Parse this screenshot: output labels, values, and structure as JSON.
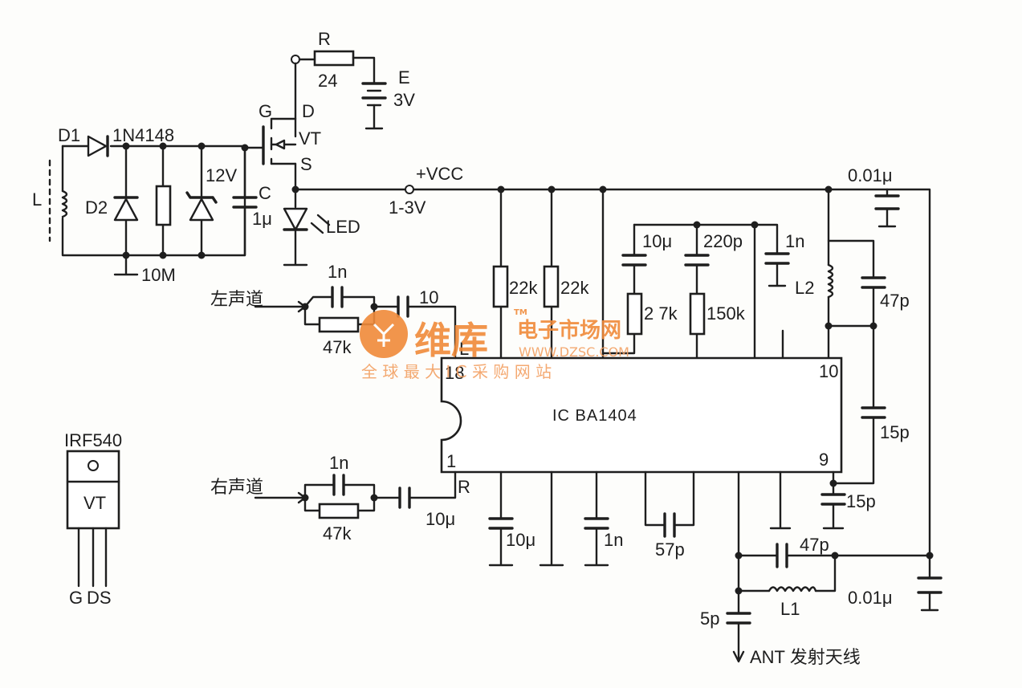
{
  "labels": {
    "r": "R",
    "r_val": "24",
    "e": "E",
    "e_val": "3V",
    "g": "G",
    "d": "D",
    "vt": "VT",
    "s": "S",
    "d1": "D1",
    "d1_part": "1N4148",
    "d2": "D2",
    "l": "L",
    "zener_v": "12V",
    "c": "C",
    "c_val": "1μ",
    "r10m": "10M",
    "led": "LED",
    "vcc": "+VCC",
    "vcc_range": "1-3V",
    "left_ch": "左声道",
    "right_ch": "右声道",
    "c1n_l": "1n",
    "r47k_l": "47k",
    "c10_l": "10",
    "c1n_r": "1n",
    "r47k_r": "47k",
    "c10u_r": "10μ",
    "pin_l": "L",
    "pin_r": "R",
    "pin18": "18",
    "pin1": "1",
    "pin10": "10",
    "pin9": "9",
    "ic": "IC BA1404",
    "r22k_a": "22k",
    "r22k_b": "22k",
    "c10u_a": "10μ",
    "r2_7k": "2 7k",
    "c220p": "220p",
    "r150k": "150k",
    "c1n_a": "1n",
    "c001_top": "0.01μ",
    "l2": "L2",
    "c47p_a": "47p",
    "c15p_a": "15p",
    "c15p_b": "15p",
    "c10u_b": "10μ",
    "c1n_b": "1n",
    "c57p": "57p",
    "c47p_b": "47p",
    "l1": "L1",
    "c5p": "5p",
    "c001_bot": "0.01μ",
    "ant": "ANT 发射天线",
    "pkg_part": "IRF540",
    "pkg_vt": "VT",
    "pkg_g": "G",
    "pkg_ds": "DS"
  },
  "watermark": {
    "brand": "维库",
    "brand_sub": "电子市场网",
    "tm": "TM",
    "url": "WWW.DZSC.COM",
    "slogan": "全 球 最 大 I C 采 购 网 站"
  },
  "colors": {
    "ink": "#1e1e1e",
    "paper": "#fdfdfb",
    "watermark": "#f08a3a"
  }
}
